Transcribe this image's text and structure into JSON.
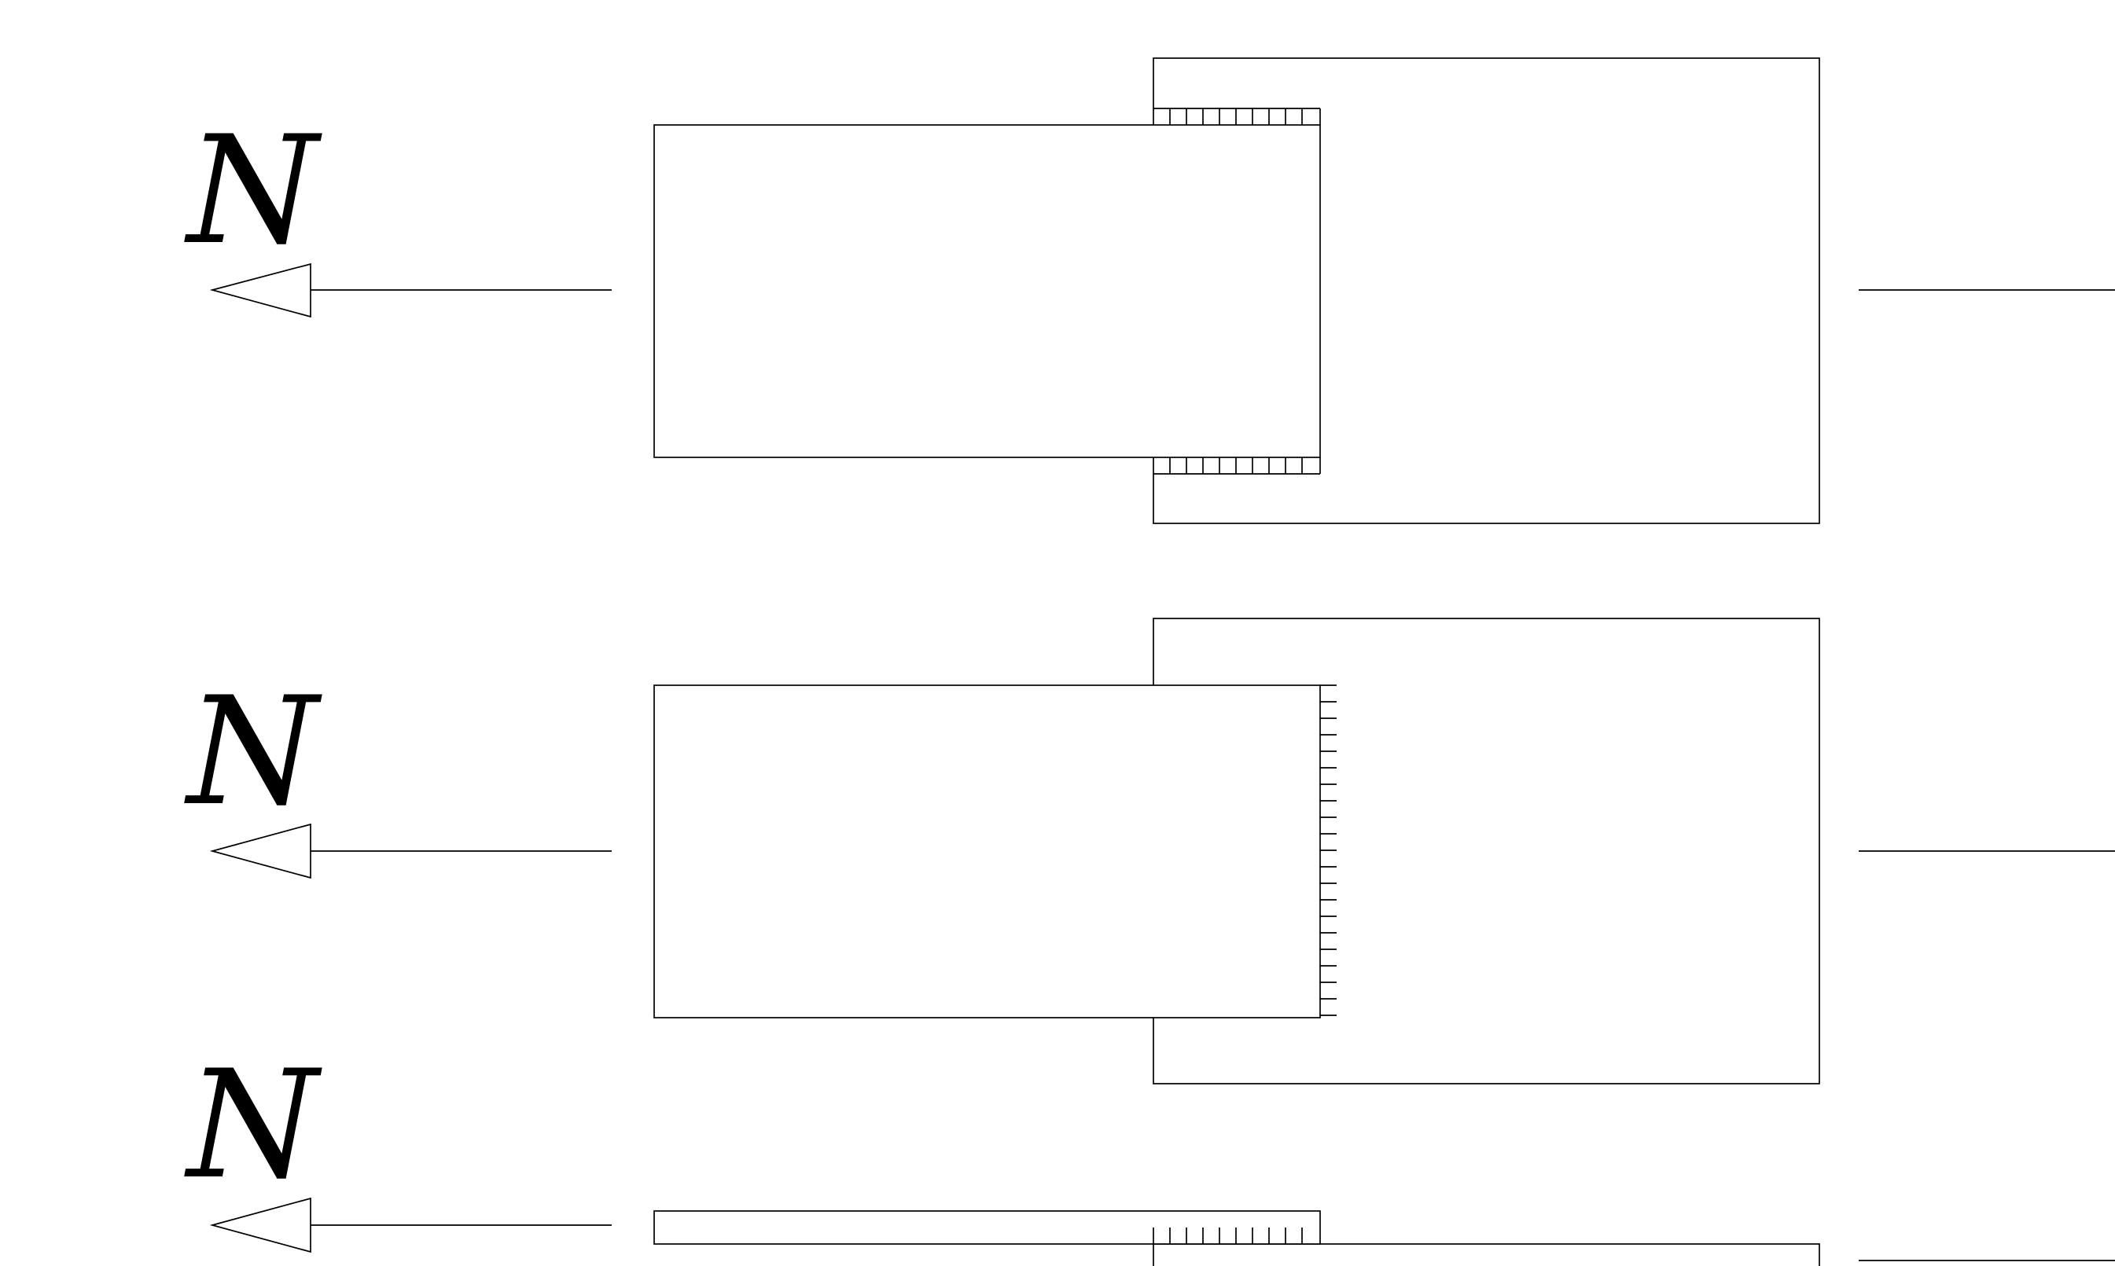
{
  "diagram": {
    "panels": [
      {
        "force_label": "N",
        "hatch": "top-bottom"
      },
      {
        "force_label": "N",
        "hatch": "right-edge"
      },
      {
        "force_label": "N",
        "hatch": "top-bottom"
      }
    ],
    "colors": {
      "line": "#000000",
      "background": "#ffffff"
    }
  }
}
